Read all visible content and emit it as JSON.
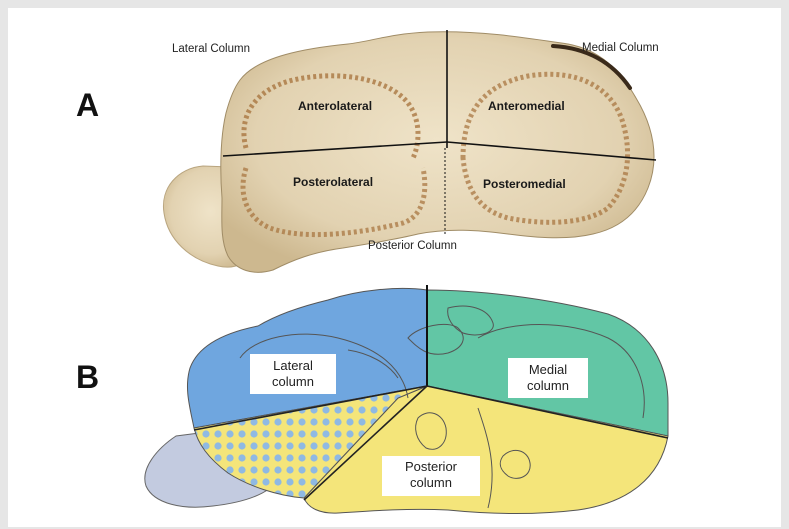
{
  "panels": {
    "a": "A",
    "b": "B"
  },
  "photo": {
    "lateral_column": "Lateral Column",
    "medial_column": "Medial Column",
    "posterior_column": "Posterior Column",
    "anterolateral": "Anterolateral",
    "anteromedial": "Anteromedial",
    "posterolateral": "Posterolateral",
    "posteromedial": "Posteromedial"
  },
  "schematic": {
    "lateral_line1": "Lateral",
    "lateral_line2": "column",
    "medial_line1": "Medial",
    "medial_line2": "column",
    "posterior_line1": "Posterior",
    "posterior_line2": "column"
  },
  "colors": {
    "lateral": "#6fa6df",
    "medial": "#62c6a5",
    "posterior": "#f4e57a",
    "dots": "#8fb9e3",
    "fibula": "#c3cbe0",
    "bone": "#e8dcc2"
  }
}
